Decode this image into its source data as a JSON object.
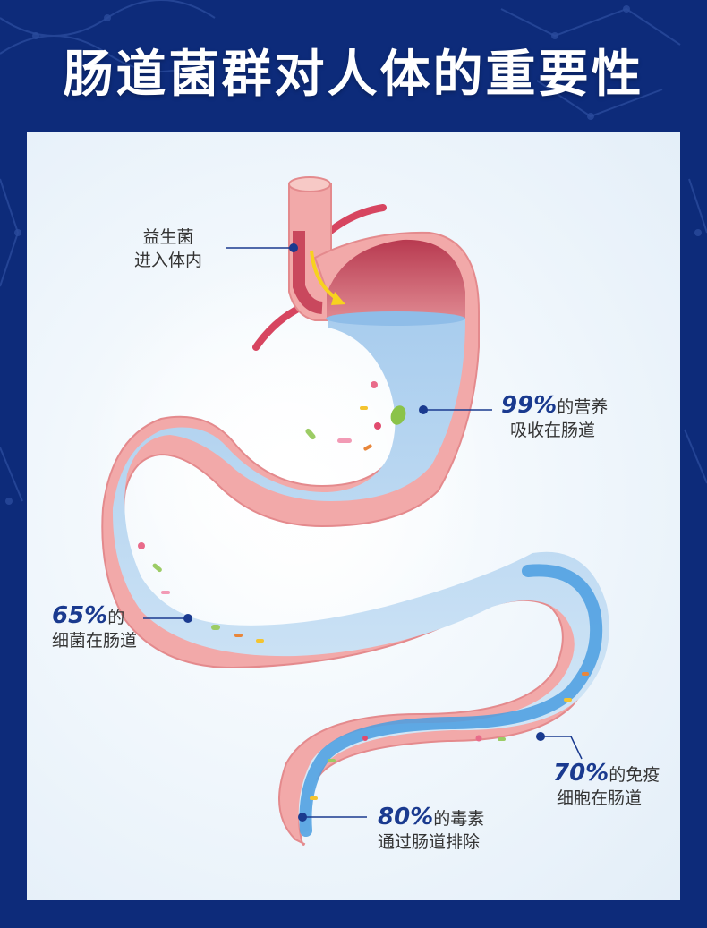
{
  "title": "肠道菌群对人体的重要性",
  "colors": {
    "frame": "#0d2b7a",
    "accent_text": "#1a3a8f",
    "tissue": "#f2a9a9",
    "tissue_inner": "#f7c6c3",
    "stomach_top": "#c9485d",
    "fluid": "#bcd8f0",
    "arrow": "#f7d21e"
  },
  "icons": [
    "dna-pattern",
    "bacteria-icon",
    "arrow-icon"
  ],
  "labels": {
    "probiotic": {
      "line1": "益生菌",
      "line2": "进入体内"
    },
    "nutrient": {
      "pct": "99%",
      "text1": "的营养",
      "text2": "吸收在肠道"
    },
    "bacteria": {
      "pct": "65%",
      "text1": "的",
      "text2": "细菌在肠道"
    },
    "immune": {
      "pct": "70%",
      "text1": "的免疫",
      "text2": "细胞在肠道"
    },
    "toxin": {
      "pct": "80%",
      "text1": "的毒素",
      "text2": "通过肠道排除"
    }
  }
}
